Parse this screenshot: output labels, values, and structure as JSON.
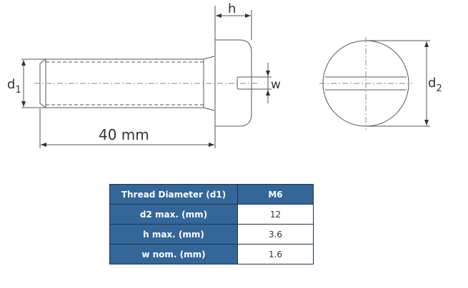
{
  "drawing": {
    "length_label": "40 mm",
    "h_label": "h",
    "w_label": "w",
    "d1_label": "d",
    "d1_sub": "1",
    "d2_label": "d",
    "d2_sub": "2"
  },
  "table": {
    "header": {
      "label": "Thread Diameter (d1)",
      "value": "M6"
    },
    "rows": [
      {
        "label": "d2 max. (mm)",
        "value": "12"
      },
      {
        "label": "h max. (mm)",
        "value": "3.6"
      },
      {
        "label": "w nom. (mm)",
        "value": "1.6"
      }
    ]
  },
  "colors": {
    "header": "#336699",
    "line": "#555555"
  }
}
